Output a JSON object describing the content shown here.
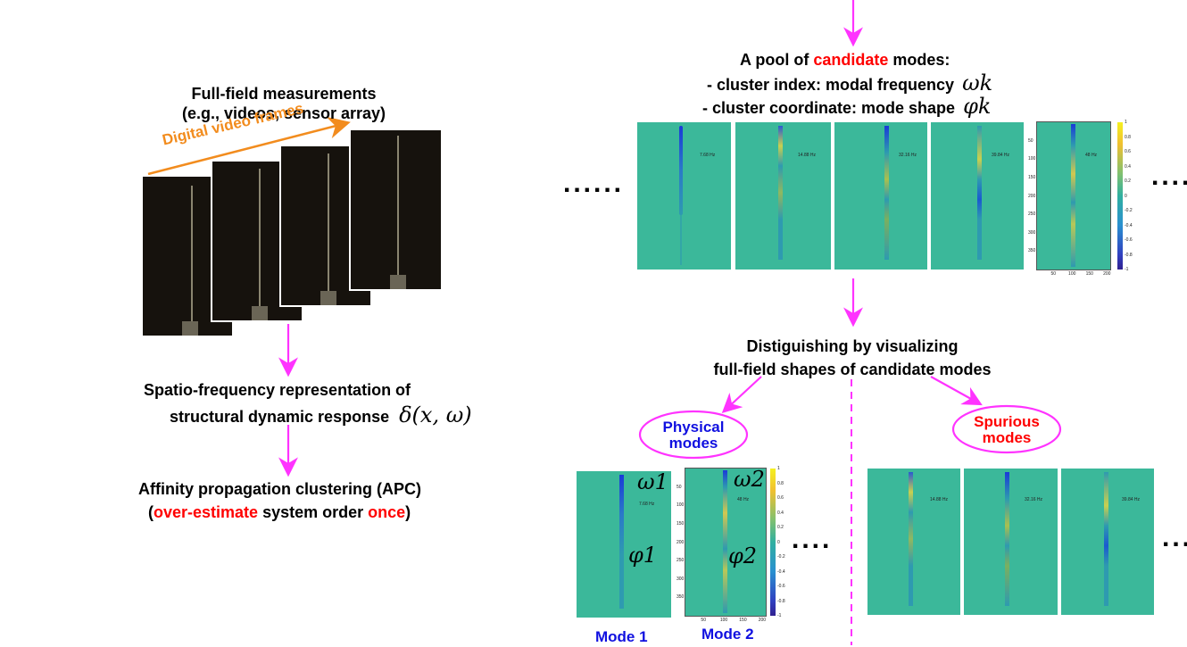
{
  "left": {
    "measurements_line1": "Full-field measurements",
    "measurements_line2": "(e.g., videos, sensor array)",
    "video_label": "Digital video frames",
    "spatio_line1": "Spatio-frequency representation of",
    "spatio_line2": "structural dynamic response",
    "spatio_math": "δ(x, ω)",
    "apc_line1": "Affinity propagation clustering (APC)",
    "apc_open": "(",
    "apc_red1": "over-estimate",
    "apc_mid": " system order ",
    "apc_red2": "once",
    "apc_close": ")"
  },
  "pool": {
    "title_prefix": "A pool of ",
    "title_red": "candidate",
    "title_suffix": " modes:",
    "index_line": "- cluster index: modal frequency",
    "index_math": "ωk",
    "coord_line": "- cluster coordinate: mode shape",
    "coord_math": "φk",
    "ellipsis_left": "......",
    "ellipsis_right": "....",
    "panel_freqs": [
      "7.68 Hz",
      "14.88 Hz",
      "32.16 Hz",
      "39.84 Hz",
      "48 Hz"
    ]
  },
  "distinguish": {
    "line1": "Distiguishing by visualizing",
    "line2": "full-field shapes of candidate modes"
  },
  "physical": {
    "label_line1": "Physical",
    "label_line2": "modes",
    "mode1_label": "Mode 1",
    "mode2_label": "Mode 2",
    "omega1": "ω1",
    "phi1": "φ1",
    "omega2": "ω2",
    "phi2": "φ2",
    "freq1": "7.68 Hz",
    "freq2": "48 Hz",
    "ellipsis": "...."
  },
  "spurious": {
    "label_line1": "Spurious",
    "label_line2": "modes",
    "freqs": [
      "14.88 Hz",
      "32.16 Hz",
      "39.84 Hz"
    ],
    "ellipsis": "..."
  },
  "colorbar_ticks": [
    "1",
    "0.8",
    "0.6",
    "0.4",
    "0.2",
    "0",
    "-0.2",
    "-0.4",
    "-0.6",
    "-0.8",
    "-1"
  ],
  "yaxis_ticks": [
    "50",
    "100",
    "150",
    "200",
    "250",
    "300",
    "350"
  ],
  "xaxis_ticks": [
    "50",
    "100",
    "150",
    "200"
  ],
  "colors": {
    "arrow": "#ff33ff",
    "video_arrow": "#f28c1e",
    "panel": "#3bb89a",
    "red": "#ff0000",
    "blue": "#1010e0",
    "ellipse": "#ff33ff"
  }
}
